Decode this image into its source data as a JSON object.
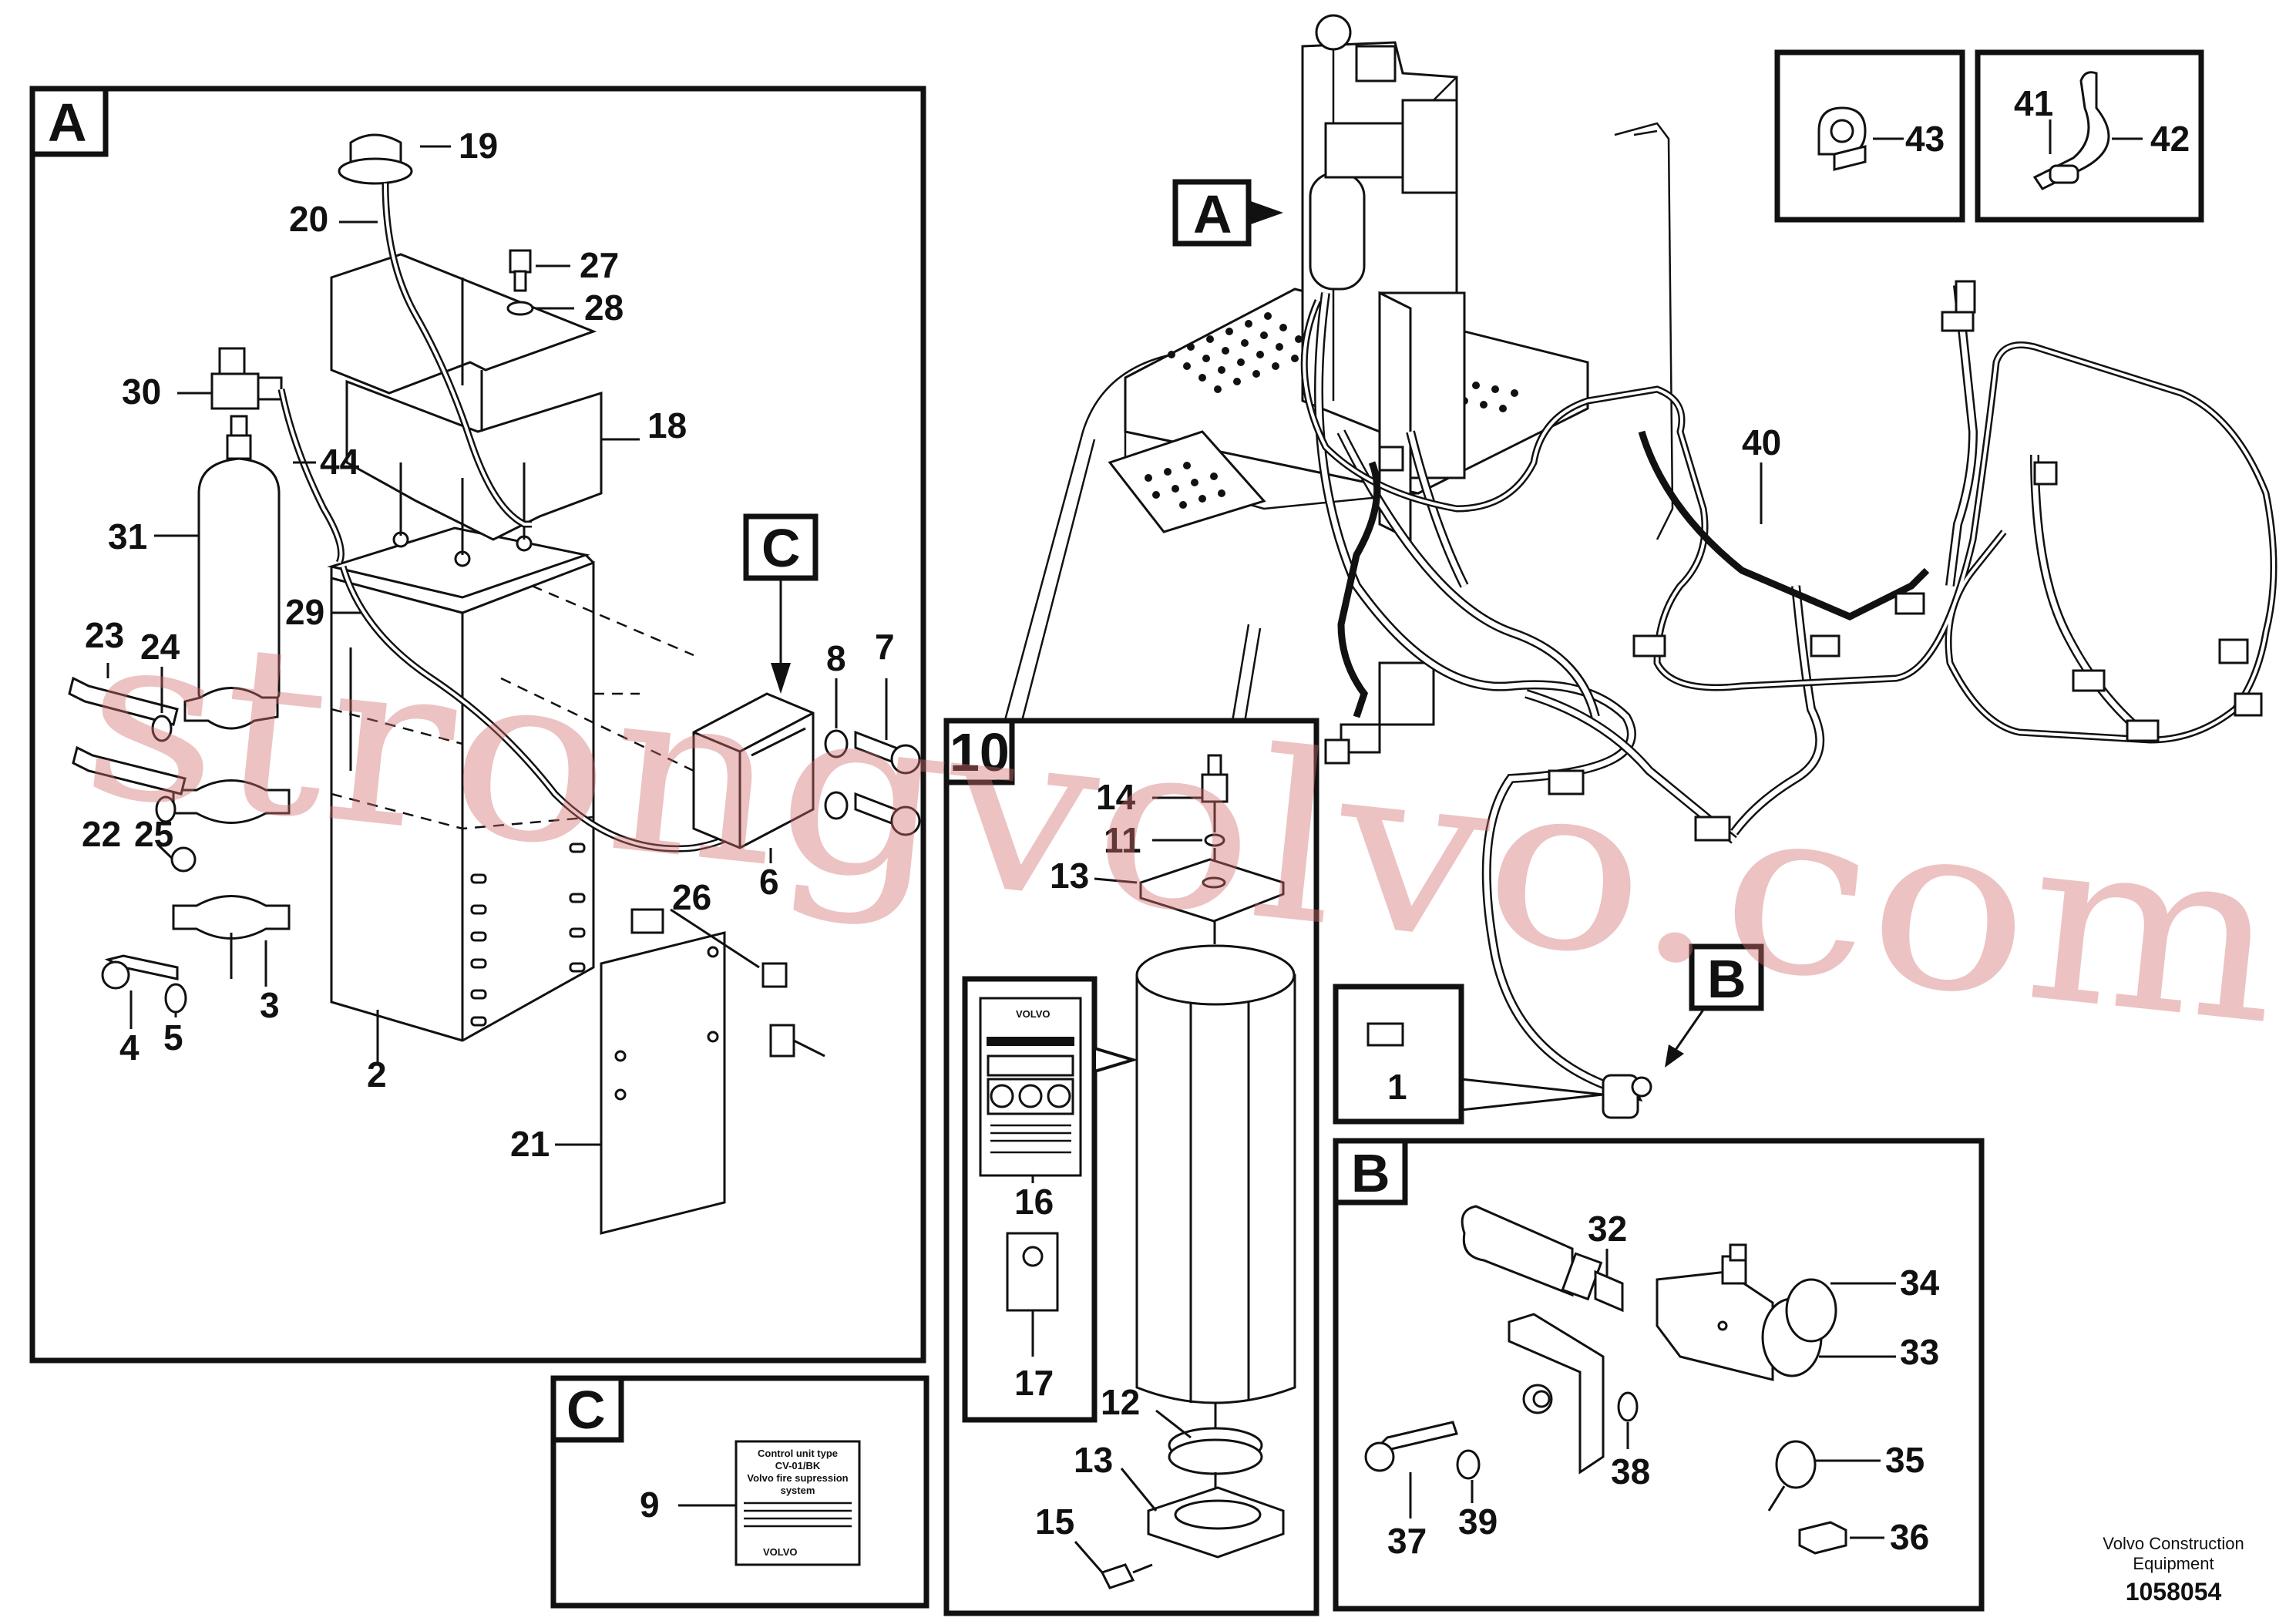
{
  "view_labels": {
    "A": "A",
    "B": "B",
    "C": "C",
    "ten": "10"
  },
  "callouts": {
    "n2": "2",
    "n3": "3",
    "n4": "4",
    "n5": "5",
    "n6": "6",
    "n7": "7",
    "n8": "8",
    "n9": "9",
    "n11": "11",
    "n12": "12",
    "n13a": "13",
    "n13b": "13",
    "n14": "14",
    "n15": "15",
    "n16": "16",
    "n17": "17",
    "n18": "18",
    "n19": "19",
    "n20": "20",
    "n21": "21",
    "n22": "22",
    "n23": "23",
    "n24": "24",
    "n25": "25",
    "n26": "26",
    "n27": "27",
    "n28": "28",
    "n29": "29",
    "n30": "30",
    "n31": "31",
    "n32": "32",
    "n33": "33",
    "n34": "34",
    "n35": "35",
    "n36": "36",
    "n37": "37",
    "n38": "38",
    "n39": "39",
    "n40": "40",
    "n41": "41",
    "n42": "42",
    "n43": "43",
    "n44": "44",
    "n1": "1"
  },
  "control_unit_label": {
    "line1": "Control unit type",
    "line2": "CV-01/BK",
    "line3": "Volvo fire supression",
    "line4": "system",
    "brand": "VOLVO"
  },
  "decal_brand": "VOLVO",
  "watermark": "strongvolvo.com",
  "footer": {
    "company_line1": "Volvo Construction",
    "company_line2": "Equipment",
    "drawing_number": "1058054"
  }
}
